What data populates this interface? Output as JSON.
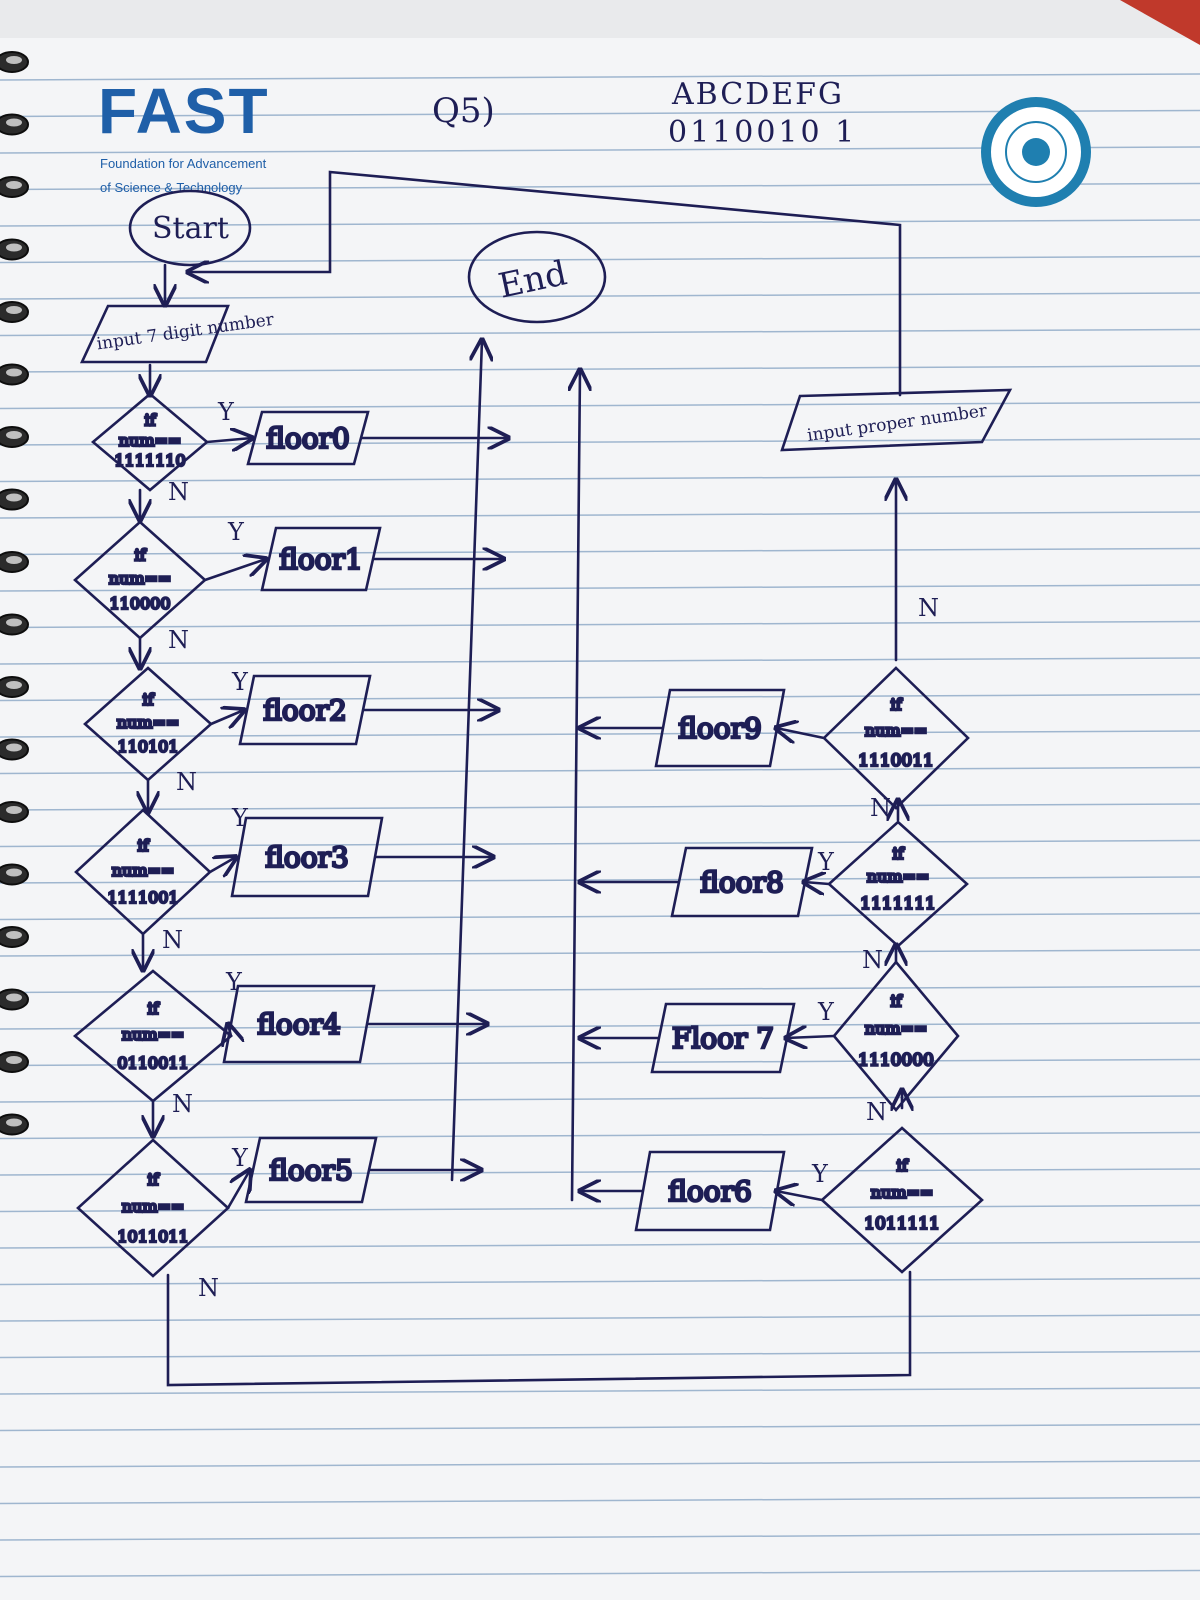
{
  "header": {
    "logo_text": "FAST",
    "logo_subtitle_1": "Foundation for Advancement",
    "logo_subtitle_2": "of Science & Technology",
    "question_label": "Q5)",
    "letters": "ABCDEFG",
    "code": "0110010 1"
  },
  "flow": {
    "start": "Start",
    "end": "End",
    "input": "input 7 digit number",
    "invalid_input": "input proper number",
    "yes": "Y",
    "no": "N",
    "if_word": "if",
    "num_word": "num==",
    "checks": [
      {
        "value": "1111110",
        "output": "floor0"
      },
      {
        "value": "110000",
        "output": "floor1"
      },
      {
        "value": "110101",
        "output": "floor2"
      },
      {
        "value": "1111001",
        "output": "floor3"
      },
      {
        "value": "0110011",
        "output": "floor4"
      },
      {
        "value": "1011011",
        "output": "floor5"
      },
      {
        "value": "1011111",
        "output": "floor6"
      },
      {
        "value": "1110000",
        "output": "Floor 7"
      },
      {
        "value": "1111111",
        "output": "floor8"
      },
      {
        "value": "1110011",
        "output": "floor9"
      }
    ]
  },
  "colors": {
    "ink": "#1e1e55",
    "paper": "#f4f5f7",
    "rule": "#9fb6cf",
    "logo": "#1f5fa8"
  }
}
